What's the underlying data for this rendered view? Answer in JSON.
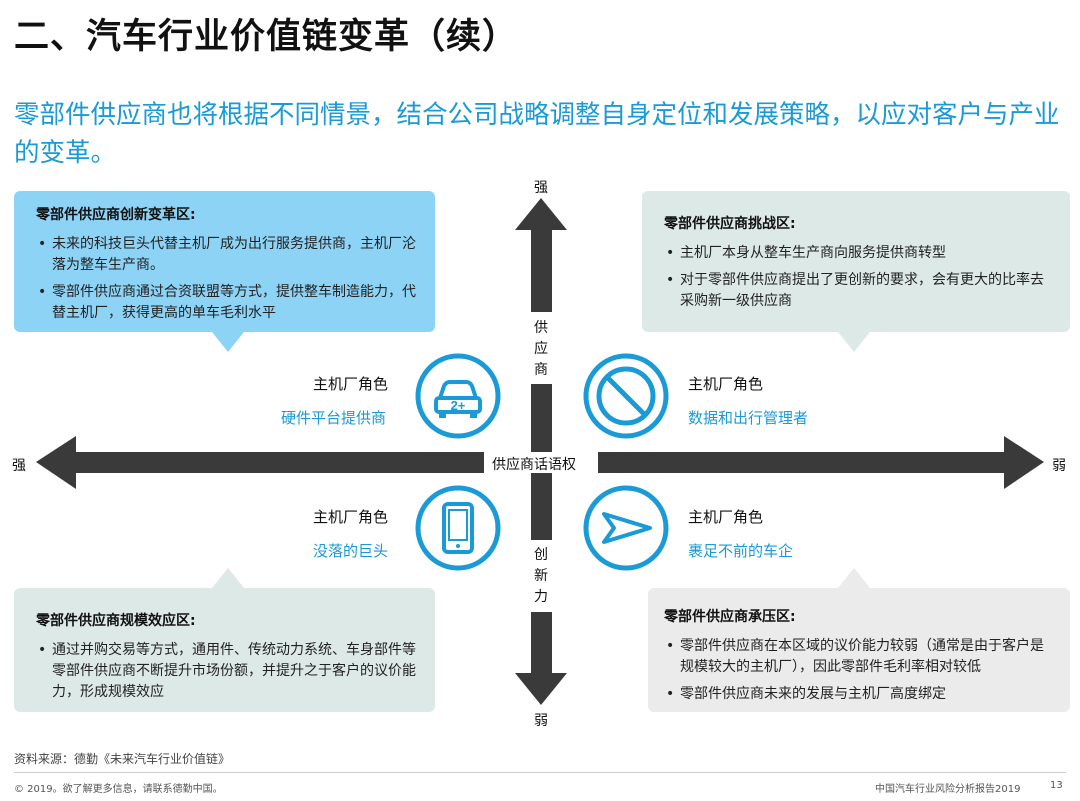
{
  "title": "二、汽车行业价值链变革（续）",
  "subtitle": "零部件供应商也将根据不同情景，结合公司战略调整自身定位和发展策略，以应对客户与产业的变革。",
  "axes": {
    "top": "强",
    "bottom": "弱",
    "left": "强",
    "right": "弱",
    "horizontal": "供应商话语权",
    "vertical_upper": "供应商",
    "vertical_lower": "创新力"
  },
  "quadrants": {
    "top_left": {
      "title": "零部件供应商创新变革区:",
      "bullets": [
        "未来的科技巨头代替主机厂成为出行服务提供商，主机厂沦落为整车生产商。",
        "零部件供应商通过合资联盟等方式，提供整车制造能力，代替主机厂，获得更高的单车毛利水平"
      ],
      "role_label": "主机厂角色",
      "role_value": "硬件平台提供商",
      "icon": "car-icon",
      "icon_text": "2+"
    },
    "top_right": {
      "title": "零部件供应商挑战区:",
      "bullets": [
        "主机厂本身从整车生产商向服务提供商转型",
        "对于零部件供应商提出了更创新的要求，会有更大的比率去采购新一级供应商"
      ],
      "role_label": "主机厂角色",
      "role_value": "数据和出行管理者",
      "icon": "prohibited-icon"
    },
    "bottom_left": {
      "title": "零部件供应商规模效应区:",
      "bullets": [
        "通过并购交易等方式，通用件、传统动力系统、车身部件等零部件供应商不断提升市场份额，并提升之于客户的议价能力，形成规模效应"
      ],
      "role_label": "主机厂角色",
      "role_value": "没落的巨头",
      "icon": "smartphone-icon"
    },
    "bottom_right": {
      "title": "零部件供应商承压区:",
      "bullets": [
        "零部件供应商在本区域的议价能力较弱（通常是由于客户是规模较大的主机厂），因此零部件毛利率相对较低",
        "零部件供应商未来的发展与主机厂高度绑定"
      ],
      "role_label": "主机厂角色",
      "role_value": "裹足不前的车企",
      "icon": "navigation-arrow-icon"
    }
  },
  "source": "资料来源：德勤《未来汽车行业价值链》",
  "footer": {
    "copyright": "© 2019。欲了解更多信息，请联系德勤中国。",
    "report": "中国汽车行业风险分析报告2019",
    "page": "13"
  },
  "colors": {
    "accent_blue": "#1a9ad6",
    "axis_gray": "#3a3a3a",
    "box_blue": "#8dd3f6",
    "box_teal": "#dde9e6",
    "box_gray": "#ebebeb"
  }
}
